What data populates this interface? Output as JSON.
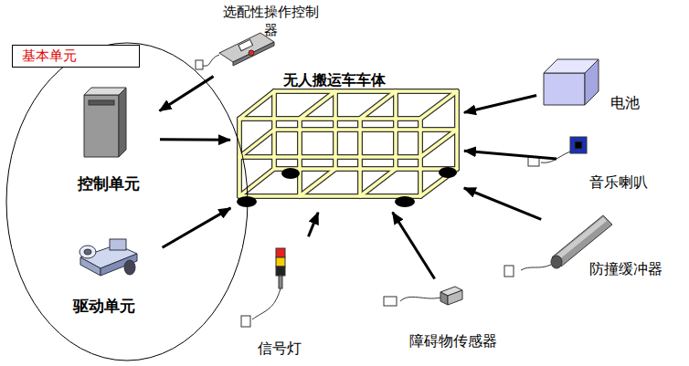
{
  "diagram": {
    "nodes": [
      {
        "text": [
          "基本单元"
        ]
      },
      {
        "text": [
          "控制单元"
        ],
        "in": 0
      },
      {
        "text": [
          "驱动单元"
        ],
        "in": 0
      },
      {
        "text": [
          "无人搬运车车体"
        ]
      },
      {
        "text": [
          "选配性操作控制器"
        ]
      },
      {
        "text": [
          "电池"
        ]
      },
      {
        "text": [
          "音乐喇叭"
        ]
      },
      {
        "text": [
          "防撞缓冲器"
        ]
      },
      {
        "text": [
          "障碍物传感器"
        ]
      },
      {
        "text": [
          "信号灯"
        ]
      }
    ],
    "edges": [
      {
        "from": 4,
        "to": 1,
        "arrow": "to"
      },
      {
        "from": 1,
        "to": 3,
        "arrow": "to"
      },
      {
        "from": 2,
        "to": 3,
        "arrow": "to"
      },
      {
        "from": 5,
        "to": 3,
        "arrow": "to"
      },
      {
        "from": 6,
        "to": 3,
        "arrow": "to"
      },
      {
        "from": 7,
        "to": 3,
        "arrow": "to"
      },
      {
        "from": 8,
        "to": 3,
        "arrow": "to"
      },
      {
        "from": 9,
        "to": 3,
        "arrow": "to"
      }
    ]
  }
}
